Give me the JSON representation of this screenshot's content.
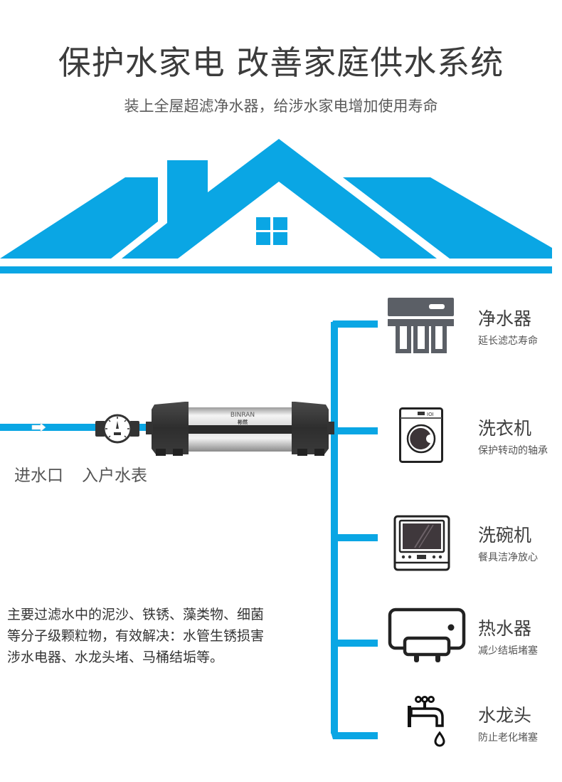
{
  "header": {
    "title": "保护水家电 改善家庭供水系统",
    "subtitle": "装上全屋超滤净水器，给涉水家电增加使用寿命"
  },
  "colors": {
    "accent_blue": "#0aa6e4",
    "icon_gray": "#5b5f66",
    "filter_black": "#2e2e2e"
  },
  "flow": {
    "inlet_label": "进水口",
    "meter_label": "入户水表",
    "filter": {
      "brand_en": "BINRAN",
      "brand_cn": "彬然"
    }
  },
  "appliances": [
    {
      "name": "净水器",
      "benefit": "延长滤芯寿命",
      "icon": "water-purifier-icon"
    },
    {
      "name": "洗衣机",
      "benefit": "保护转动的轴承",
      "icon": "washing-machine-icon"
    },
    {
      "name": "洗碗机",
      "benefit": "餐具洁净放心",
      "icon": "dishwasher-icon"
    },
    {
      "name": "热水器",
      "benefit": "减少结垢堵塞",
      "icon": "water-heater-icon"
    },
    {
      "name": "水龙头",
      "benefit": "防止老化堵塞",
      "icon": "faucet-icon"
    }
  ],
  "description": {
    "lines": [
      "主要过滤水中的泥沙、铁锈、藻类物、细菌",
      "等分子级颗粒物，有效解决：水管生锈损害",
      "涉水电器、水龙头堵、马桶结垢等。"
    ]
  }
}
